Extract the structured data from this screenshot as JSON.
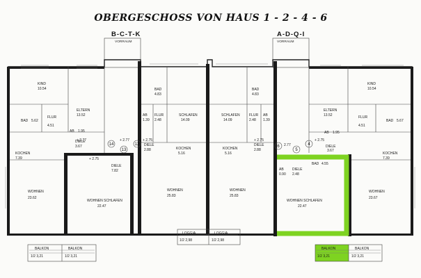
{
  "title": "OBERGESCHOSS VON HAUS   1 - 2 - 4 - 6",
  "house_groups": [
    {
      "label": "B-C-T-K",
      "sub": "VORRAUM"
    },
    {
      "label": "A-D-Q-I",
      "sub": "VORRAUM"
    }
  ],
  "rooms_left": [
    {
      "name": "KIND",
      "area": "10.54"
    },
    {
      "name": "ELTERN",
      "area": "13.52"
    },
    {
      "name": "BAD",
      "area": "5.62"
    },
    {
      "name": "FLUR",
      "area": "4.51"
    },
    {
      "name": "AB",
      "area": "1.95"
    },
    {
      "name": "KOCHEN",
      "area": "7.39"
    },
    {
      "name": "WOHNEN",
      "area": "23.62"
    },
    {
      "name": "DIELE",
      "area": "3.67"
    },
    {
      "name": "DIELE",
      "area": "7.82"
    },
    {
      "name": "WOHNEN SCHLAFEN",
      "area": "22.47"
    },
    {
      "name": "BALKON",
      "area": "1/2 3,21"
    },
    {
      "name": "BALKON",
      "area": "1/2 3,21"
    }
  ],
  "rooms_center": [
    {
      "name": "BAD",
      "area": "4.83"
    },
    {
      "name": "AB",
      "area": "1.39"
    },
    {
      "name": "FLUR",
      "area": "2.48"
    },
    {
      "name": "SCHLAFEN",
      "area": "14.09"
    },
    {
      "name": "DIELE",
      "area": "2.88"
    },
    {
      "name": "KOCHEN",
      "area": "5.16"
    },
    {
      "name": "WOHNEN",
      "area": "25.83"
    },
    {
      "name": "LOGGIA",
      "area": "1/2 2,98"
    },
    {
      "name": "SCHLAFEN",
      "area": "14.09"
    },
    {
      "name": "FLUR",
      "area": "2.48"
    },
    {
      "name": "AB",
      "area": "1.39"
    },
    {
      "name": "BAD",
      "area": "4.83"
    },
    {
      "name": "DIELE",
      "area": "2.88"
    },
    {
      "name": "KOCHEN",
      "area": "5.16"
    },
    {
      "name": "WOHNEN",
      "area": "25.83"
    },
    {
      "name": "LOGGIA",
      "area": "1/2 2,98"
    }
  ],
  "rooms_right": [
    {
      "name": "KIND",
      "area": "10.54"
    },
    {
      "name": "ELTERN",
      "area": "13.52"
    },
    {
      "name": "BAD",
      "area": "5.67"
    },
    {
      "name": "FLUR",
      "area": "4.51"
    },
    {
      "name": "AB",
      "area": "1.95"
    },
    {
      "name": "DIELE",
      "area": "3.67"
    },
    {
      "name": "KOCHEN",
      "area": "7.39"
    },
    {
      "name": "WOHNEN",
      "area": "23.67"
    },
    {
      "name": "AB",
      "area": "0.90"
    },
    {
      "name": "DIELE",
      "area": "2.48"
    },
    {
      "name": "BAD",
      "area": "4.55"
    },
    {
      "name": "WOHNEN SCHLAFEN",
      "area": "22.47"
    },
    {
      "name": "BALKON",
      "area": "1/2 3,21"
    },
    {
      "name": "BALKON",
      "area": "1/2 3,21"
    }
  ],
  "unit_numbers": [
    "14",
    "13",
    "12",
    "6",
    "5",
    "4"
  ],
  "levels": [
    "+ 2.77",
    "+ 2.77",
    "+ 2.75",
    "+ 2.75",
    "+ 2.75",
    "2.77",
    "+ 2.75"
  ],
  "highlight_color": "#7ed321",
  "wall_color": "#1a1a1a"
}
